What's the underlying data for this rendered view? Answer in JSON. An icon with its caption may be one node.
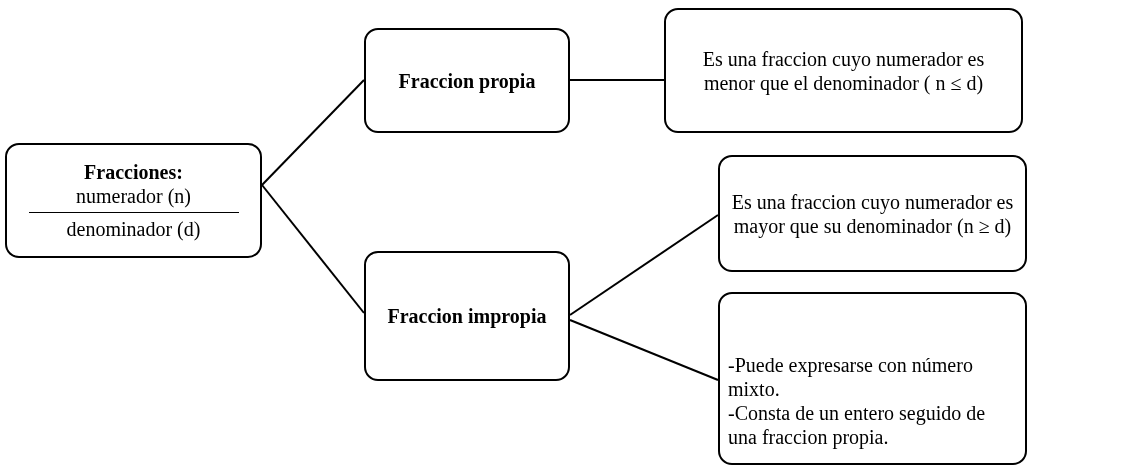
{
  "diagram": {
    "nodes": [
      {
        "text": [
          "Fracciones:",
          "numerador (n)",
          "denominador (d)"
        ]
      },
      {
        "text": [
          "Fraccion propia"
        ]
      },
      {
        "text": [
          "Es una fraccion cuyo numerador es menor que el denominador ( n ≤ d)"
        ]
      },
      {
        "text": [
          "Fraccion impropia"
        ]
      },
      {
        "text": [
          "Es una fraccion cuyo numerador es mayor que su denominador (n ≥ d)"
        ]
      },
      {
        "text": [
          "-Puede expresarse con número mixto.",
          "-Consta de un entero seguido de una fraccion propia."
        ]
      }
    ],
    "edges": [
      {
        "from": 0,
        "to": 1,
        "arrow": "none"
      },
      {
        "from": 0,
        "to": 3,
        "arrow": "none"
      },
      {
        "from": 1,
        "to": 2,
        "arrow": "none"
      },
      {
        "from": 3,
        "to": 4,
        "arrow": "none"
      },
      {
        "from": 3,
        "to": 5,
        "arrow": "none"
      }
    ]
  }
}
